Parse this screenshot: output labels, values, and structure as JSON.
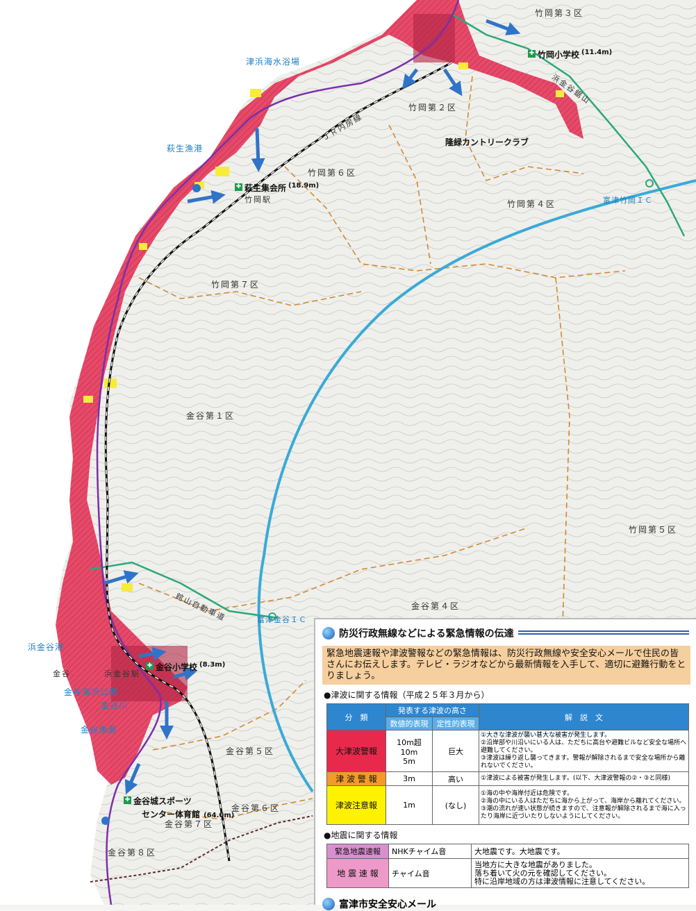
{
  "map": {
    "districts": {
      "takeoka3": "竹岡第３区",
      "takeoka2": "竹岡第２区",
      "takeoka6": "竹岡第６区",
      "takeoka4": "竹岡第４区",
      "takeoka7": "竹岡第７区",
      "takeoka5": "竹岡第５区",
      "kanaya1": "金谷第１区",
      "kanaya4": "金谷第４区",
      "kanaya5": "金谷第５区",
      "kanaya6": "金谷第６区",
      "kanaya7": "金谷第７区",
      "kanaya8": "金谷第８区"
    },
    "places": {
      "tsuhama": "津浜海水浴場",
      "hagyu_port": "萩生漁港",
      "country_club": "隆緑カントリークラブ",
      "futtsu_takeoka_ic": "富津竹岡ＩＣ",
      "futtsu_kanaya_ic": "富津金谷ＩＣ",
      "hamakanaya_port": "浜金谷港",
      "kanaya_park": "金谷海浜公園",
      "kanaya_river": "金谷川",
      "kanaya_fish_port": "金谷漁港",
      "takeoka_station": "竹岡駅",
      "jr_line": "ＪＲ内房線",
      "hamakanaya_station": "浜金谷駅",
      "kanaya_area": "金谷",
      "road_label": "館山自動車道",
      "kanaya_kouen": "浜金谷鋸山"
    },
    "shelters": {
      "takeoka_es": {
        "name": "竹岡小学校",
        "height": "(11.4m)"
      },
      "hagyu_hall": {
        "name": "萩生集会所",
        "height": "(18.9m)"
      },
      "kanaya_es": {
        "name": "金谷小学校",
        "height": "(8.3m)"
      },
      "kanaya_sports": {
        "name": "金谷城スポーツ",
        "name2": "センター体育館",
        "height": "(64.0m)"
      }
    },
    "colors": {
      "inundation": "#e8375a",
      "caution": "#f6ec3a",
      "rail": "#111111",
      "road": "#7b2fa8",
      "expressway": "#3aaad6",
      "green_road": "#2ba87a",
      "arrow": "#2f74c8"
    }
  },
  "panel": {
    "title": "防災行政無線などによる緊急情報の伝達",
    "notice": "緊急地震速報や津波警報などの緊急情報は、防災行政無線や安全安心メールで住民の皆さんにお伝えします。テレビ・ラジオなどから最新情報を入手して、適切に避難行動をとりましょう。",
    "tsunami_heading": "●津波に関する情報（平成２５年３月から）",
    "tsunami_table": {
      "col_kind": "分　類",
      "col_height": "発表する津波の高さ",
      "col_numeric": "数値的表現",
      "col_qual": "定性的表現",
      "col_desc": "解　説　文",
      "rows": [
        {
          "kind": "大津波警報",
          "numeric": "10m超\n10m\n5m",
          "qual": "巨大",
          "desc": "①大きな津波が襲い甚大な被害が発生します。\n②沿岸部や川沿いにいる人は、ただちに高台や避難ビルなど安全な場所へ避難してください。\n③津波は繰り返し襲ってきます。警報が解除されるまで安全な場所から離れないでください。"
        },
        {
          "kind": "津 波 警 報",
          "numeric": "3m",
          "qual": "高い",
          "desc": "①津波による被害が発生します。(以下、大津波警報の②・③と同様)"
        },
        {
          "kind": "津波注意報",
          "numeric": "1m",
          "qual": "(なし)",
          "desc": "①海の中や海岸付近は危険です。\n②海の中にいる人はただちに海から上がって、海岸から離れてください。\n③潮の流れが速い状態が続きますので、注意報が解除されるまで海に入ったり海岸に近づいたりしないようにしてください。"
        }
      ]
    },
    "quake_heading": "●地震に関する情報",
    "quake_table": [
      {
        "kind": "緊急地震速報",
        "sound": "NHKチャイム音",
        "desc": "大地震です。大地震です。"
      },
      {
        "kind": "地 震 速 報",
        "sound": "チャイム音",
        "desc": "当地方に大きな地震がありました。\n落ち着いて火の元を確認してください。\n特に沿岸地域の方は津波情報に注意してください。"
      }
    ],
    "footer_title": "富津市安全安心メール"
  }
}
